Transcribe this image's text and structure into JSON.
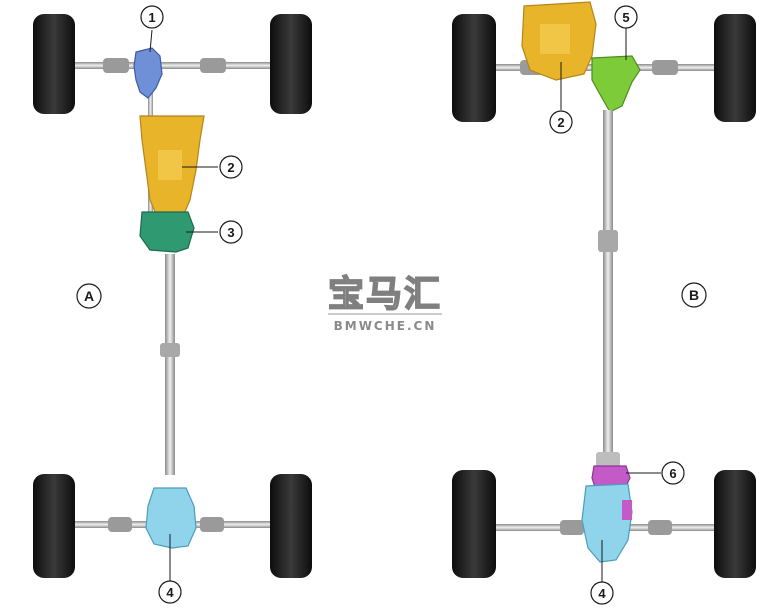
{
  "panels": {
    "a": {
      "label": "A"
    },
    "b": {
      "label": "B"
    }
  },
  "callouts": {
    "a": [
      "1",
      "2",
      "3",
      "4"
    ],
    "b": [
      "5",
      "2",
      "6",
      "4"
    ]
  },
  "watermark": {
    "chinese": "宝马汇",
    "latin": "BMWCHE.CN"
  },
  "colors": {
    "front_axle_diff": "#6f8fd6",
    "transmission": "#e8b42a",
    "transfer_case": "#2f9a72",
    "rear_axle_diff": "#8fd4ea",
    "front_axle_diff_b": "#7ecb3a",
    "coupling_unit": "#c35ac8",
    "tire": "#1e1e1e",
    "shaft": "#bdbdbd"
  }
}
